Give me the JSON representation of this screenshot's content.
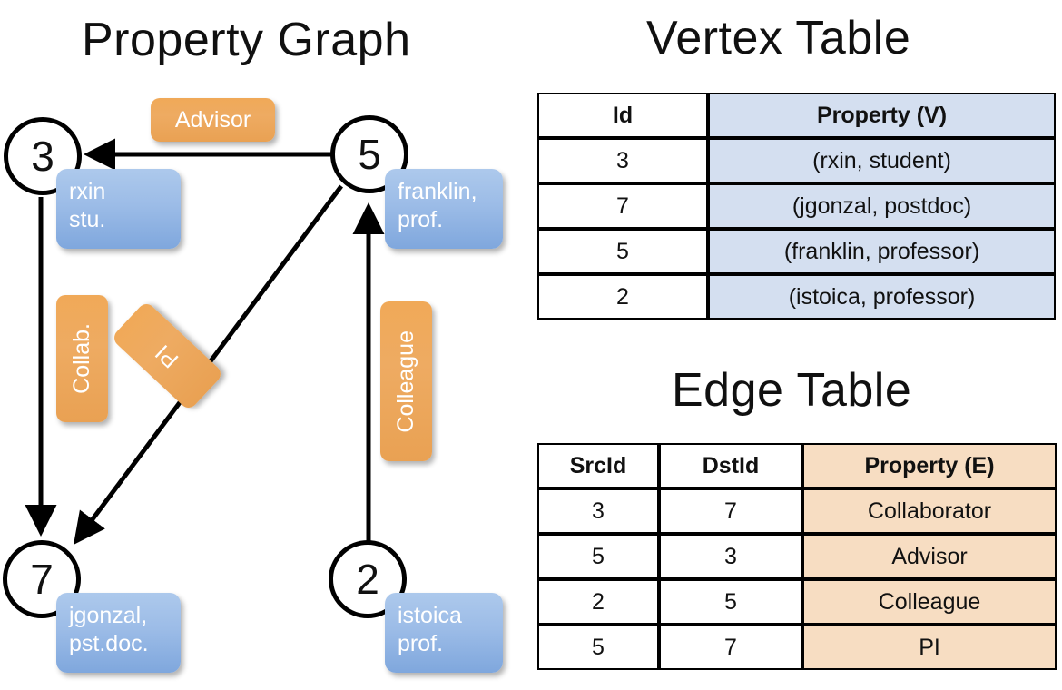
{
  "titles": {
    "property_graph": "Property Graph",
    "vertex_table": "Vertex Table",
    "edge_table": "Edge Table"
  },
  "colors": {
    "vertex_property_fill": "#d4dff0",
    "edge_property_fill": "#f7ddc2",
    "vertex_box_fill": "#9cbce7",
    "edge_box_fill": "#eeab62",
    "stroke": "#000000",
    "background": "#ffffff"
  },
  "graph": {
    "nodes": [
      {
        "id": "3",
        "label": "3",
        "property_lines": [
          "rxin",
          "stu."
        ]
      },
      {
        "id": "5",
        "label": "5",
        "property_lines": [
          "franklin,",
          "prof."
        ]
      },
      {
        "id": "7",
        "label": "7",
        "property_lines": [
          "jgonzal,",
          "pst.doc."
        ]
      },
      {
        "id": "2",
        "label": "2",
        "property_lines": [
          "istoica",
          "prof."
        ]
      }
    ],
    "edge_labels": [
      {
        "id": "advisor",
        "text": "Advisor"
      },
      {
        "id": "collab",
        "text": "Collab."
      },
      {
        "id": "pi",
        "text": "PI"
      },
      {
        "id": "colleague",
        "text": "Colleague"
      }
    ],
    "edges": [
      {
        "src": "5",
        "dst": "3",
        "label": "Advisor"
      },
      {
        "src": "3",
        "dst": "7",
        "label": "Collab."
      },
      {
        "src": "5",
        "dst": "7",
        "label": "PI"
      },
      {
        "src": "2",
        "dst": "5",
        "label": "Colleague"
      }
    ]
  },
  "vertex_table": {
    "headers": [
      "Id",
      "Property (V)"
    ],
    "rows": [
      {
        "id": "3",
        "property": "(rxin, student)"
      },
      {
        "id": "7",
        "property": "(jgonzal, postdoc)"
      },
      {
        "id": "5",
        "property": "(franklin, professor)"
      },
      {
        "id": "2",
        "property": "(istoica, professor)"
      }
    ]
  },
  "edge_table": {
    "headers": [
      "SrcId",
      "DstId",
      "Property (E)"
    ],
    "rows": [
      {
        "src": "3",
        "dst": "7",
        "property": "Collaborator"
      },
      {
        "src": "5",
        "dst": "3",
        "property": "Advisor"
      },
      {
        "src": "2",
        "dst": "5",
        "property": "Colleague"
      },
      {
        "src": "5",
        "dst": "7",
        "property": "PI"
      }
    ]
  }
}
